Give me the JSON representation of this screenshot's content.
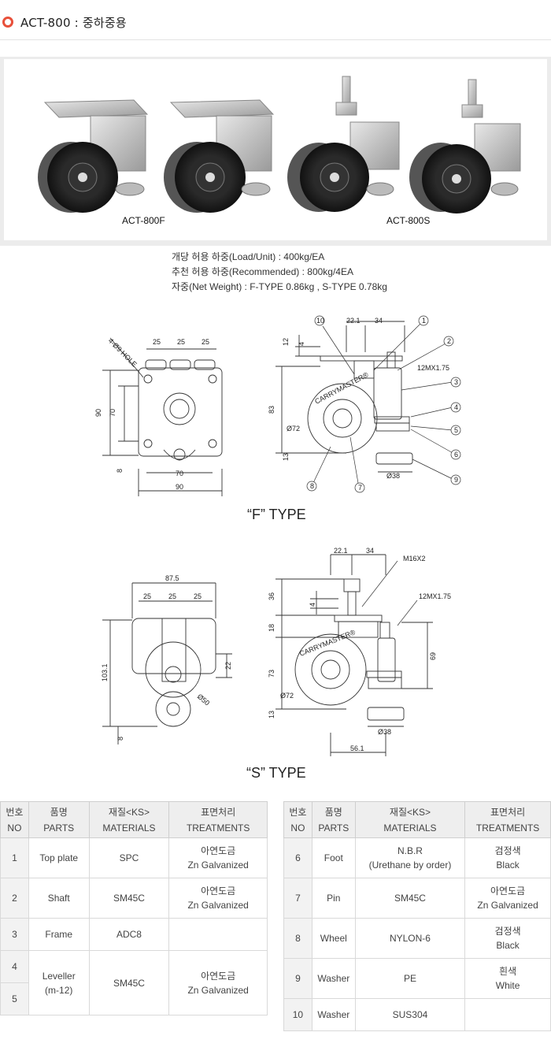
{
  "header": {
    "title": "ACT-800 : 중하중용"
  },
  "photos": {
    "left_caption": "ACT-800F",
    "right_caption": "ACT-800S"
  },
  "specs": [
    "개당 허용 하중(Load/Unit) : 400kg/EA",
    "추천 허용 하중(Recommended) : 800kg/4EA",
    "자중(Net Weight) : F-TYPE 0.86kg , S-TYPE 0.78kg"
  ],
  "drawing_f": {
    "type_label": "“F” TYPE",
    "hole_label": "4-Ø9 HOLE",
    "dims_top": [
      "25",
      "25",
      "25"
    ],
    "dim_70_bottom": "70",
    "dim_90_bottom": "90",
    "dim_90_left": "90",
    "dim_70_left": "70",
    "dim_8": "8",
    "dim_22_1": "22.1",
    "dim_34": "34",
    "dim_12": "12",
    "dim_4": "4",
    "dim_83": "83",
    "dim_13": "13",
    "dim_d72": "Ø72",
    "dim_d38": "Ø38",
    "thread": "12MX1.75",
    "brand": "CARRYMASTER®",
    "callouts": [
      "1",
      "2",
      "3",
      "4",
      "5",
      "6",
      "7",
      "8",
      "9",
      "10"
    ]
  },
  "drawing_s": {
    "type_label": "“S” TYPE",
    "dim_87_5": "87.5",
    "dims_top": [
      "25",
      "25",
      "25"
    ],
    "dim_103_1": "103.1",
    "dim_22": "22",
    "dim_d50": "Ø50",
    "dim_8": "8",
    "dim_22_1": "22.1",
    "dim_34": "34",
    "bolt": "M16X2",
    "thread": "12MX1.75",
    "dim_36": "36",
    "dim_4": "4",
    "dim_18": "18",
    "dim_73": "73",
    "dim_69": "69",
    "dim_13": "13",
    "dim_d72": "Ø72",
    "dim_d38": "Ø38",
    "dim_56_1": "56.1",
    "brand": "CARRYMASTER®"
  },
  "table_headers": {
    "no_ko": "번호",
    "no_en": "NO",
    "parts_ko": "품명",
    "parts_en": "PARTS",
    "mat_ko": "재질<KS>",
    "mat_en": "MATERIALS",
    "treat_ko": "표면처리",
    "treat_en": "TREATMENTS"
  },
  "table_left": [
    {
      "no": "1",
      "part": "Top plate",
      "mat": "SPC",
      "treat_ko": "아연도금",
      "treat_en": "Zn Galvanized"
    },
    {
      "no": "2",
      "part": "Shaft",
      "mat": "SM45C",
      "treat_ko": "아연도금",
      "treat_en": "Zn Galvanized"
    },
    {
      "no": "3",
      "part": "Frame",
      "mat": "ADC8",
      "treat_ko": "",
      "treat_en": ""
    },
    {
      "no": "4",
      "no2": "5",
      "part": "Leveller",
      "part2": "(m-12)",
      "mat": "SM45C",
      "treat_ko": "아연도금",
      "treat_en": "Zn Galvanized"
    }
  ],
  "table_right": [
    {
      "no": "6",
      "part": "Foot",
      "mat": "N.B.R",
      "mat2": "(Urethane by order)",
      "treat_ko": "검정색",
      "treat_en": "Black"
    },
    {
      "no": "7",
      "part": "Pin",
      "mat": "SM45C",
      "mat2": "",
      "treat_ko": "아연도금",
      "treat_en": "Zn Galvanized"
    },
    {
      "no": "8",
      "part": "Wheel",
      "mat": "NYLON-6",
      "mat2": "",
      "treat_ko": "검정색",
      "treat_en": "Black"
    },
    {
      "no": "9",
      "part": "Washer",
      "mat": "PE",
      "mat2": "",
      "treat_ko": "흰색",
      "treat_en": "White"
    },
    {
      "no": "10",
      "part": "Washer",
      "mat": "SUS304",
      "mat2": "",
      "treat_ko": "",
      "treat_en": ""
    }
  ]
}
